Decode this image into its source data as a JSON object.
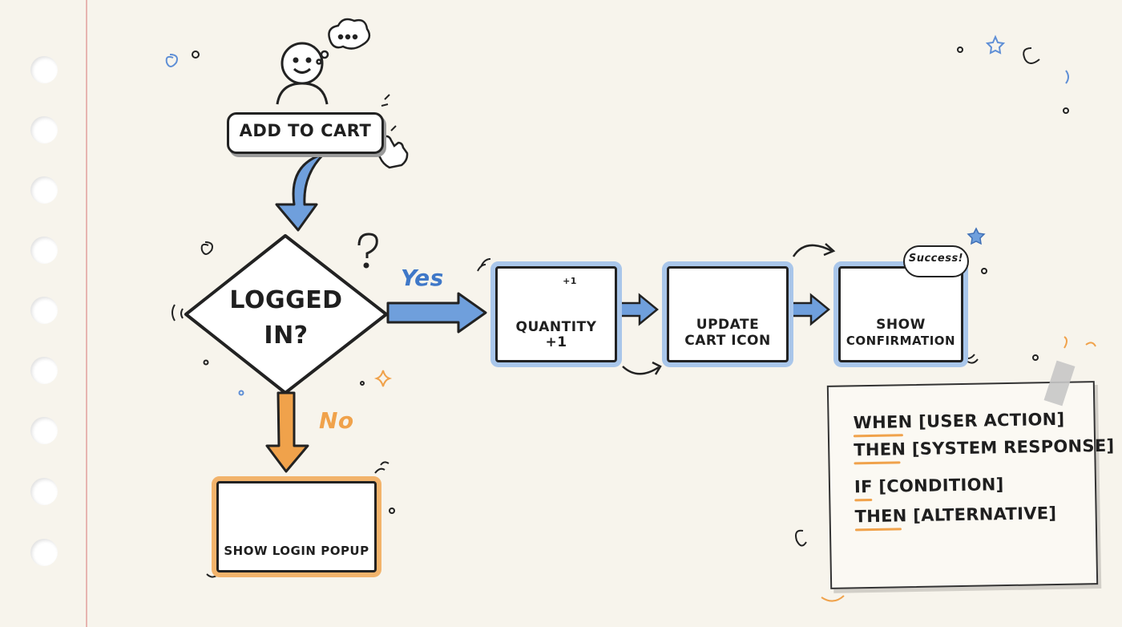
{
  "diagram": {
    "start_label": "ADD TO CART",
    "decision_line1": "LOGGED",
    "decision_line2": "IN?",
    "yes_label": "Yes",
    "no_label": "No",
    "step1_line1": "QUANTITY",
    "step1_line2": "+1",
    "step1_badge": "+1",
    "step2_line1": "UPDATE",
    "step2_line2": "CART ICON",
    "step3_line1": "SHOW",
    "step3_line2": "CONFIRMATION",
    "step3_bubble": "Success!",
    "login_label": "SHOW LOGIN POPUP"
  },
  "note": {
    "line1_key": "WHEN",
    "line1_rest": "[USER ACTION]",
    "line2_key": "THEN",
    "line2_rest": "[SYSTEM RESPONSE]",
    "line3_key": "IF",
    "line3_rest": "[CONDITION]",
    "line4_key": "THEN",
    "line4_rest": "[ALTERNATIVE]"
  },
  "colors": {
    "blue": "#6f9fdc",
    "blue_light": "#a9c6ea",
    "orange": "#f0a24b",
    "ink": "#1f1f1f"
  },
  "icons": [
    "person-icon",
    "thought-bubble-icon",
    "pointer-hand-icon",
    "cart-icon",
    "cart-check-icon",
    "megaphone-icon",
    "lock-icon",
    "login-form-icon",
    "lightbulb-icon",
    "gear-icon",
    "star-icon",
    "question-mark-icon",
    "tape-icon"
  ]
}
